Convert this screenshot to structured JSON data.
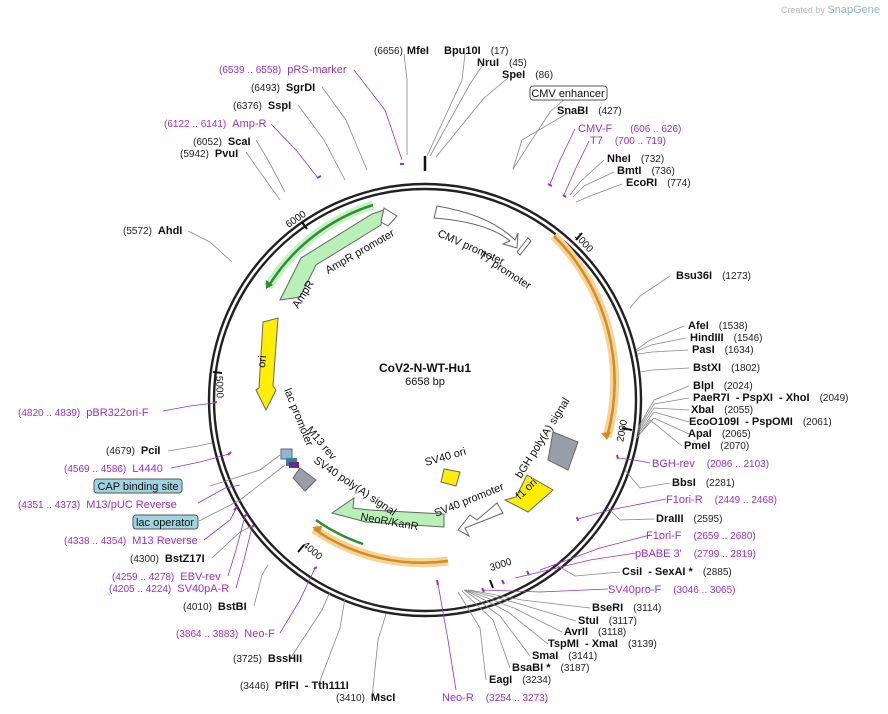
{
  "header": {
    "watermark": "Created by",
    "brand": "SnapGene"
  },
  "map": {
    "name": "CoV2-N-WT-Hu1",
    "size": "6658 bp"
  },
  "ticks": [
    "1000",
    "2000",
    "3000",
    "4000",
    "5000",
    "6000"
  ],
  "features": {
    "cmv_promoter": "CMV promoter",
    "t7_promoter": "T7 promoter",
    "bgh": "bGH poly(A) signal",
    "f1ori": "f1 ori",
    "sv40_promoter": "SV40 promoter",
    "sv40_ori": "SV40 ori",
    "neor": "NeoR/KanR",
    "sv40_polya": "SV40 poly(A) signal",
    "m13rev": "M13 rev",
    "lac_promoter": "lac promoter",
    "ori": "ori",
    "ampr": "AmpR",
    "ampr_promoter": "AmpR promoter"
  },
  "boxed": {
    "cmv_enhancer": "CMV enhancer",
    "cap_site": "CAP binding site",
    "lac_operator": "lac operator"
  },
  "enzymes": {
    "mfei": {
      "name": "MfeI",
      "pos": "(6656)"
    },
    "bpu10i": {
      "name": "Bpu10I",
      "pos": "(17)"
    },
    "nrui": {
      "name": "NruI",
      "pos": "(45)"
    },
    "spei": {
      "name": "SpeI",
      "pos": "(86)"
    },
    "snabi": {
      "name": "SnaBI",
      "pos": "(427)"
    },
    "nhei": {
      "name": "NheI",
      "pos": "(732)"
    },
    "bmti": {
      "name": "BmtI",
      "pos": "(736)"
    },
    "ecori": {
      "name": "EcoRI",
      "pos": "(774)"
    },
    "bsu36i": {
      "name": "Bsu36I",
      "pos": "(1273)"
    },
    "afei": {
      "name": "AfeI",
      "pos": "(1538)"
    },
    "hindiii": {
      "name": "HindIII",
      "pos": "(1546)"
    },
    "pasi": {
      "name": "PasI",
      "pos": "(1634)"
    },
    "bstxi": {
      "name": "BstXI",
      "pos": "(1802)"
    },
    "blpi": {
      "name": "BlpI",
      "pos": "(2024)"
    },
    "paer7i": {
      "name": "PaeR7I",
      "pos": "(2049)",
      "extra1": "- PspXI",
      "extra2": "- XhoI"
    },
    "xbai": {
      "name": "XbaI",
      "pos": "(2055)"
    },
    "ecoo109i": {
      "name": "EcoO109I",
      "pos": "(2061)",
      "extra1": "- PspOMI"
    },
    "apai": {
      "name": "ApaI",
      "pos": "(2065)"
    },
    "pmei": {
      "name": "PmeI",
      "pos": "(2070)"
    },
    "bbsi": {
      "name": "BbsI",
      "pos": "(2281)"
    },
    "draiii": {
      "name": "DraIII",
      "pos": "(2595)"
    },
    "csii": {
      "name": "CsiI",
      "pos": "(2885)",
      "extra1": "- SexAI *"
    },
    "bseri": {
      "name": "BseRI",
      "pos": "(3114)"
    },
    "stui": {
      "name": "StuI",
      "pos": "(3117)"
    },
    "avrii": {
      "name": "AvrII",
      "pos": "(3118)"
    },
    "tspmi": {
      "name": "TspMI",
      "pos": "(3139)",
      "extra1": "- XmaI"
    },
    "smai": {
      "name": "SmaI",
      "pos": "(3141)"
    },
    "bsabi": {
      "name": "BsaBI *",
      "pos": "(3187)"
    },
    "eagi": {
      "name": "EagI",
      "pos": "(3234)"
    },
    "msci": {
      "name": "MscI",
      "pos": "(3410)"
    },
    "pflfi": {
      "name": "PflFI",
      "pos": "(3446)",
      "extra1": "- Tth111I"
    },
    "bsshii": {
      "name": "BssHII",
      "pos": "(3725)"
    },
    "bstbi": {
      "name": "BstBI",
      "pos": "(4010)"
    },
    "bstz17i": {
      "name": "BstZ17I",
      "pos": "(4300)"
    },
    "pcii": {
      "name": "PciI",
      "pos": "(4679)"
    },
    "ahdi": {
      "name": "AhdI",
      "pos": "(5572)"
    },
    "pvui": {
      "name": "PvuI",
      "pos": "(5942)"
    },
    "scai": {
      "name": "ScaI",
      "pos": "(6052)"
    },
    "sspi": {
      "name": "SspI",
      "pos": "(6376)"
    },
    "sgrdi": {
      "name": "SgrDI",
      "pos": "(6493)"
    }
  },
  "primers": {
    "prs": {
      "name": "pRS-marker",
      "pos": "(6539 .. 6558)"
    },
    "ampr": {
      "name": "Amp-R",
      "pos": "(6122 .. 6141)"
    },
    "cmvf": {
      "name": "CMV-F",
      "pos": "(606 .. 626)"
    },
    "t7": {
      "name": "T7",
      "pos": "(700 .. 719)"
    },
    "bghrev": {
      "name": "BGH-rev",
      "pos": "(2086 .. 2103)"
    },
    "f1orir": {
      "name": "F1ori-R",
      "pos": "(2449 .. 2468)"
    },
    "f1orif": {
      "name": "F1ori-F",
      "pos": "(2659 .. 2680)"
    },
    "pbabe": {
      "name": "pBABE 3'",
      "pos": "(2799 .. 2819)"
    },
    "sv40prof": {
      "name": "SV40pro-F",
      "pos": "(3046 .. 3065)"
    },
    "neor": {
      "name": "Neo-R",
      "pos": "(3254 .. 3273)"
    },
    "neof": {
      "name": "Neo-F",
      "pos": "(3864 .. 3883)"
    },
    "sv40par": {
      "name": "SV40pA-R",
      "pos": "(4205 .. 4224)"
    },
    "ebvrev": {
      "name": "EBV-rev",
      "pos": "(4259 .. 4278)"
    },
    "m13reverse": {
      "name": "M13 Reverse",
      "pos": "(4338 .. 4354)"
    },
    "m13puc": {
      "name": "M13/pUC Reverse",
      "pos": "(4351 .. 4373)"
    },
    "l4440": {
      "name": "L4440",
      "pos": "(4569 .. 4586)"
    },
    "pbr322": {
      "name": "pBR322ori-F",
      "pos": "(4820 .. 4839)"
    }
  },
  "colors": {
    "backbone": "#222222",
    "orange": "#f0a030",
    "green": "#2f8f2f",
    "primer": "#9b30c7",
    "yellow": "#ffee00",
    "lightgreen": "#b8f0b8",
    "gray": "#999fa8",
    "cyanbox": "#9fd3df"
  }
}
